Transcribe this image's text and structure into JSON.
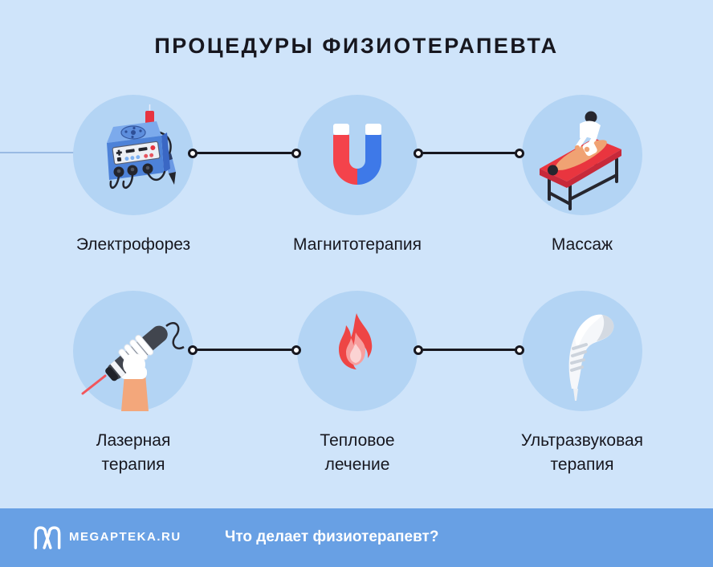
{
  "title": "ПРОЦЕДУРЫ ФИЗИОТЕРАПЕВТА",
  "items": [
    {
      "label": "Электрофорез",
      "icon": "electrophoresis-device-icon"
    },
    {
      "label": "Магнитотерапия",
      "icon": "magnet-icon"
    },
    {
      "label": "Массаж",
      "icon": "massage-table-icon"
    },
    {
      "line1": "Лазерная",
      "line2": "терапия",
      "icon": "laser-handpiece-icon"
    },
    {
      "line1": "Тепловое",
      "line2": "лечение",
      "icon": "flame-icon"
    },
    {
      "line1": "Ультразвуковая",
      "line2": "терапия",
      "icon": "ultrasound-probe-icon"
    }
  ],
  "footer": {
    "brand": "MEGAPTEKA.RU",
    "tagline": "Что делает физиотерапевт?"
  },
  "colors": {
    "background": "#cfe4fa",
    "circle": "#b3d4f4",
    "text": "#17171f",
    "footer_bar": "#68a0e4",
    "connector": "#17171f",
    "magnet_red": "#f4434b",
    "magnet_blue": "#3e79e8",
    "flame_red": "#ee4545",
    "flame_pink": "#f79f9f",
    "table_red": "#e9353f",
    "device_blue": "#4d82d8"
  }
}
